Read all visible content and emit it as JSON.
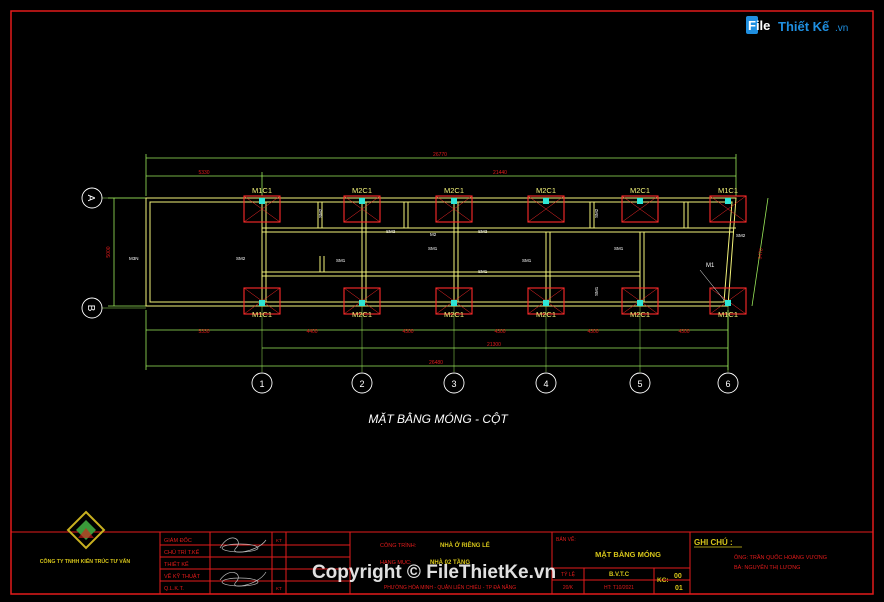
{
  "brand": {
    "word1": "File",
    "word2": "Thiết Kế",
    "tld": ".vn"
  },
  "drawing": {
    "title": "MẶT BẰNG MÓNG - CỘT",
    "total_dim": "26770",
    "segment_dim": "21440",
    "left_offset_dim": "5330",
    "bottom_span_dim": "21300",
    "bottom_total_dim": "26480",
    "bay_dims": [
      "5330",
      "4400",
      "4300",
      "4300",
      "4300",
      "4300"
    ],
    "axis_dim_left": "5000",
    "axis_dim_right": "3470",
    "grid_rows": [
      "A",
      "B"
    ],
    "grid_cols": [
      "1",
      "2",
      "3",
      "4",
      "5",
      "6"
    ],
    "top_labels": [
      "M1C1",
      "M2C1",
      "M2C1",
      "M2C1",
      "M2C1",
      "M1C1"
    ],
    "bottom_labels": [
      "M1C1",
      "M2C1",
      "M2C1",
      "M2C1",
      "M2C1",
      "M1C1"
    ],
    "beam_labels": [
      {
        "text": "SM1"
      },
      {
        "text": "SM1"
      },
      {
        "text": "SM1"
      },
      {
        "text": "SM1"
      },
      {
        "text": "SM1"
      },
      {
        "text": "SM1"
      },
      {
        "text": "SM2"
      },
      {
        "text": "SM2"
      },
      {
        "text": "SM3"
      },
      {
        "text": "SM3"
      },
      {
        "text": "M2"
      },
      {
        "text": "M1"
      },
      {
        "text": "M3N"
      },
      {
        "text": "SM2"
      },
      {
        "text": "SM2"
      }
    ]
  },
  "title_block": {
    "company": "CÔNG TY TNHH KIẾN TRÚC TƯ VẤN",
    "roles": [
      "GIÁM ĐỐC",
      "CHỦ TRÌ T.KẾ",
      "THIẾT KẾ",
      "VẼ KỸ THUẬT",
      "Q.L.K.T."
    ],
    "role_short": [
      "KT",
      "",
      "",
      "",
      "KT"
    ],
    "project_label": "CÔNG TRÌNH:",
    "project_value": "NHÀ Ở RIÊNG LẺ",
    "item_label": "HẠNG MỤC:",
    "item_value": "NHÀ 02 TẦNG",
    "address": "PHƯỜNG HÒA MINH - QUẬN LIÊN CHIỂU - TP ĐÀ NẴNG",
    "sheet_label": "BẢN VẼ:",
    "sheet_value": "MẶT BẰNG MÓNG",
    "scale_label": "TỶ LỆ",
    "scale_value": "20/K",
    "code_label": "B.V.T.C",
    "date_value": "HT: T10/2021",
    "kc_label": "KC:",
    "kc_value": "00",
    "sheet_no": "01",
    "notes_title": "GHI CHÚ :",
    "owners": [
      "ÔNG: TRẦN QUỐC HOÀNG VƯƠNG",
      "BÀ: NGUYỄN THỊ LƯƠNG"
    ]
  },
  "watermark": "Copyright © FileThietKe.vn",
  "colors": {
    "background": "#000000",
    "frame_red": "#e31b1b",
    "wall_yellow": "#f3f37a",
    "column_cyan": "#2ee6d6",
    "footing_red": "#ff2a2a",
    "dim_green": "#9bea5a",
    "brand_blue": "#1f8fe0"
  }
}
